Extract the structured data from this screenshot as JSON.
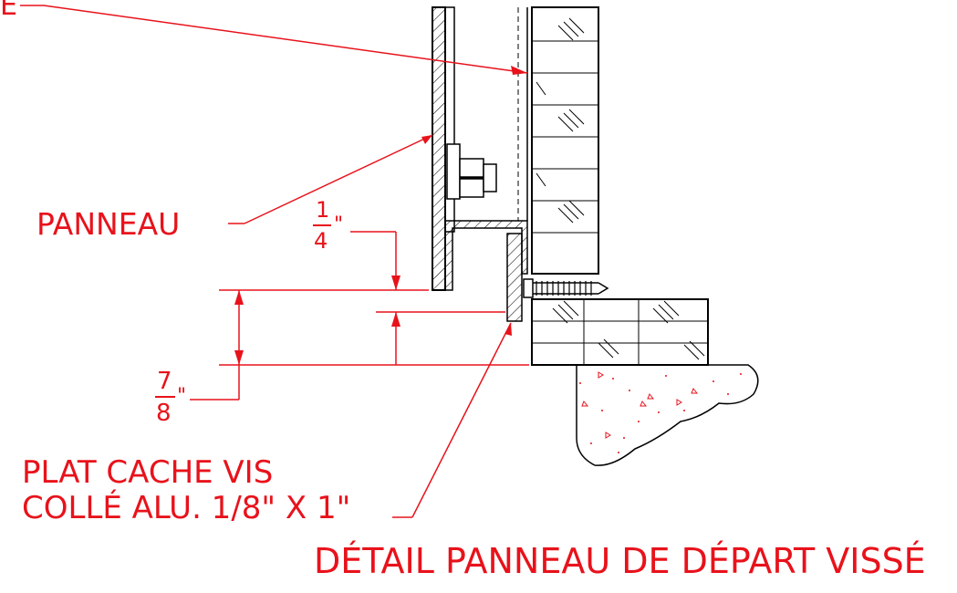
{
  "labels": {
    "top_callout": "E",
    "panel": "PANNEAU",
    "dim_small_num": "1",
    "dim_small_den": "4",
    "dim_small_unit": "\"",
    "dim_large_num": "7",
    "dim_large_den": "8",
    "dim_large_unit": "\"",
    "cover_plate_line1": "PLAT CACHE VIS",
    "cover_plate_line2": "COLLÉ ALU. 1/8\" X 1\"",
    "title": "DÉTAIL PANNEAU DE DÉPART VISSÉ"
  },
  "colors": {
    "annotation": "#e8121b",
    "linework": "#000000",
    "background": "#ffffff"
  }
}
